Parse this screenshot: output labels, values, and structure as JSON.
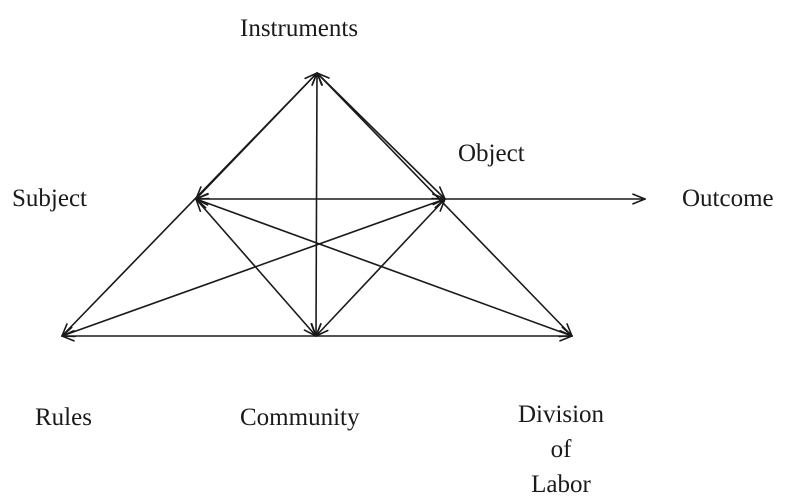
{
  "diagram": {
    "title": "",
    "nodes": {
      "instruments": "Instruments",
      "object": "Object",
      "subject": "Subject",
      "outcome": "Outcome",
      "rules": "Rules",
      "community": "Community",
      "division_of_labor": [
        "Division",
        "of",
        "Labor"
      ]
    },
    "edges": [
      {
        "from": "subject",
        "to": "object",
        "arrows": "both"
      },
      {
        "from": "object",
        "to": "outcome",
        "arrows": "end"
      },
      {
        "from": "instruments",
        "to": "subject",
        "arrows": "both"
      },
      {
        "from": "instruments",
        "to": "object",
        "arrows": "both"
      },
      {
        "from": "instruments",
        "to": "community",
        "arrows": "both"
      },
      {
        "from": "instruments",
        "to": "rules",
        "arrows": "end"
      },
      {
        "from": "instruments",
        "to": "division_of_labor",
        "arrows": "end"
      },
      {
        "from": "subject",
        "to": "community",
        "arrows": "both"
      },
      {
        "from": "subject",
        "to": "division_of_labor",
        "arrows": "both"
      },
      {
        "from": "object",
        "to": "rules",
        "arrows": "both"
      },
      {
        "from": "object",
        "to": "community",
        "arrows": "both"
      },
      {
        "from": "rules",
        "to": "division_of_labor",
        "arrows": "both"
      }
    ],
    "colors": {
      "line": "#1a1a1a",
      "text": "#1a1a1a",
      "background": "#ffffff"
    }
  }
}
